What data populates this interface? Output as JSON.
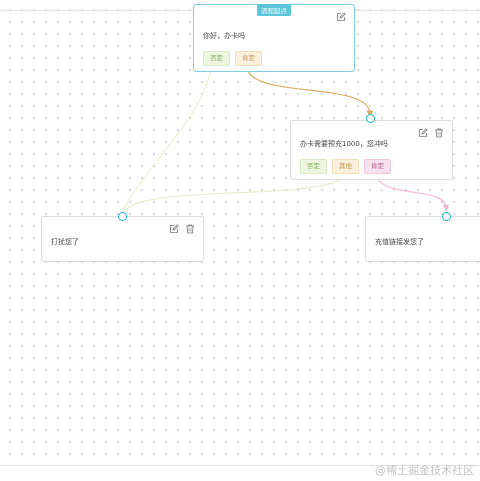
{
  "start_badge": "流程起点",
  "nodes": {
    "n1": {
      "text": "你好，办卡吗",
      "tags": [
        {
          "label": "否定",
          "color": "green"
        },
        {
          "label": "肯定",
          "color": "orange"
        }
      ]
    },
    "n2": {
      "text": "办卡需要预充1000，您冲吗",
      "tags": [
        {
          "label": "否定",
          "color": "green"
        },
        {
          "label": "其他",
          "color": "orange"
        },
        {
          "label": "肯定",
          "color": "pink"
        }
      ]
    },
    "n3": {
      "text": "打扰您了"
    },
    "n4": {
      "text": "充值链接发您了"
    }
  },
  "edge_colors": {
    "n1_positive": "#d8ad68",
    "n1_negative": "#e8eed0",
    "n2_negative": "#e7e8c9",
    "n2_positive": "#f0b7d2",
    "port": "#1fb5c7"
  },
  "icons": {
    "edit": "edit-icon",
    "delete": "delete-icon"
  },
  "watermark": "@稀土掘金技术社区"
}
